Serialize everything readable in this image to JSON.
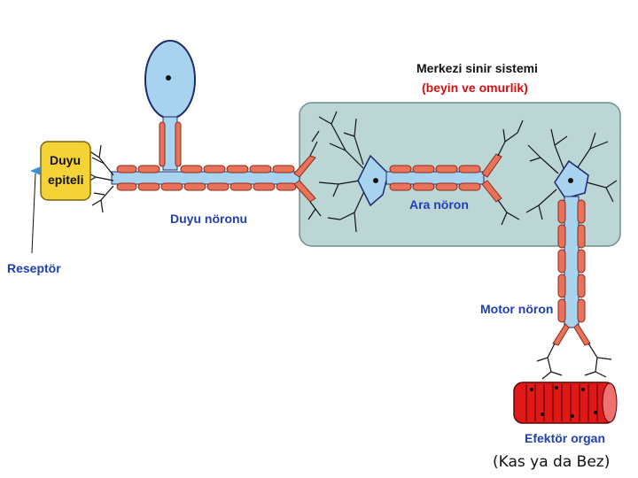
{
  "labels": {
    "duyu_epiteli_line1": "Duyu",
    "duyu_epiteli_line2": "epiteli",
    "reseptor": "Reseptör",
    "duyu_noronu": "Duyu nöronu",
    "cns_title": "Merkezi sinir sistemi",
    "cns_subtitle": "(beyin ve omurlik)",
    "ara_noron": "Ara nöron",
    "motor_noron": "Motor nöron",
    "efektor_organ": "Efektör organ",
    "caption": "(Kas ya da  Bez)"
  },
  "colors": {
    "axon_blue": "#a8d4f0",
    "myelin": "#e8735a",
    "cns_box": "#bcd6d6",
    "muscle": "#e01818",
    "receptor_box": "#f5d235"
  }
}
